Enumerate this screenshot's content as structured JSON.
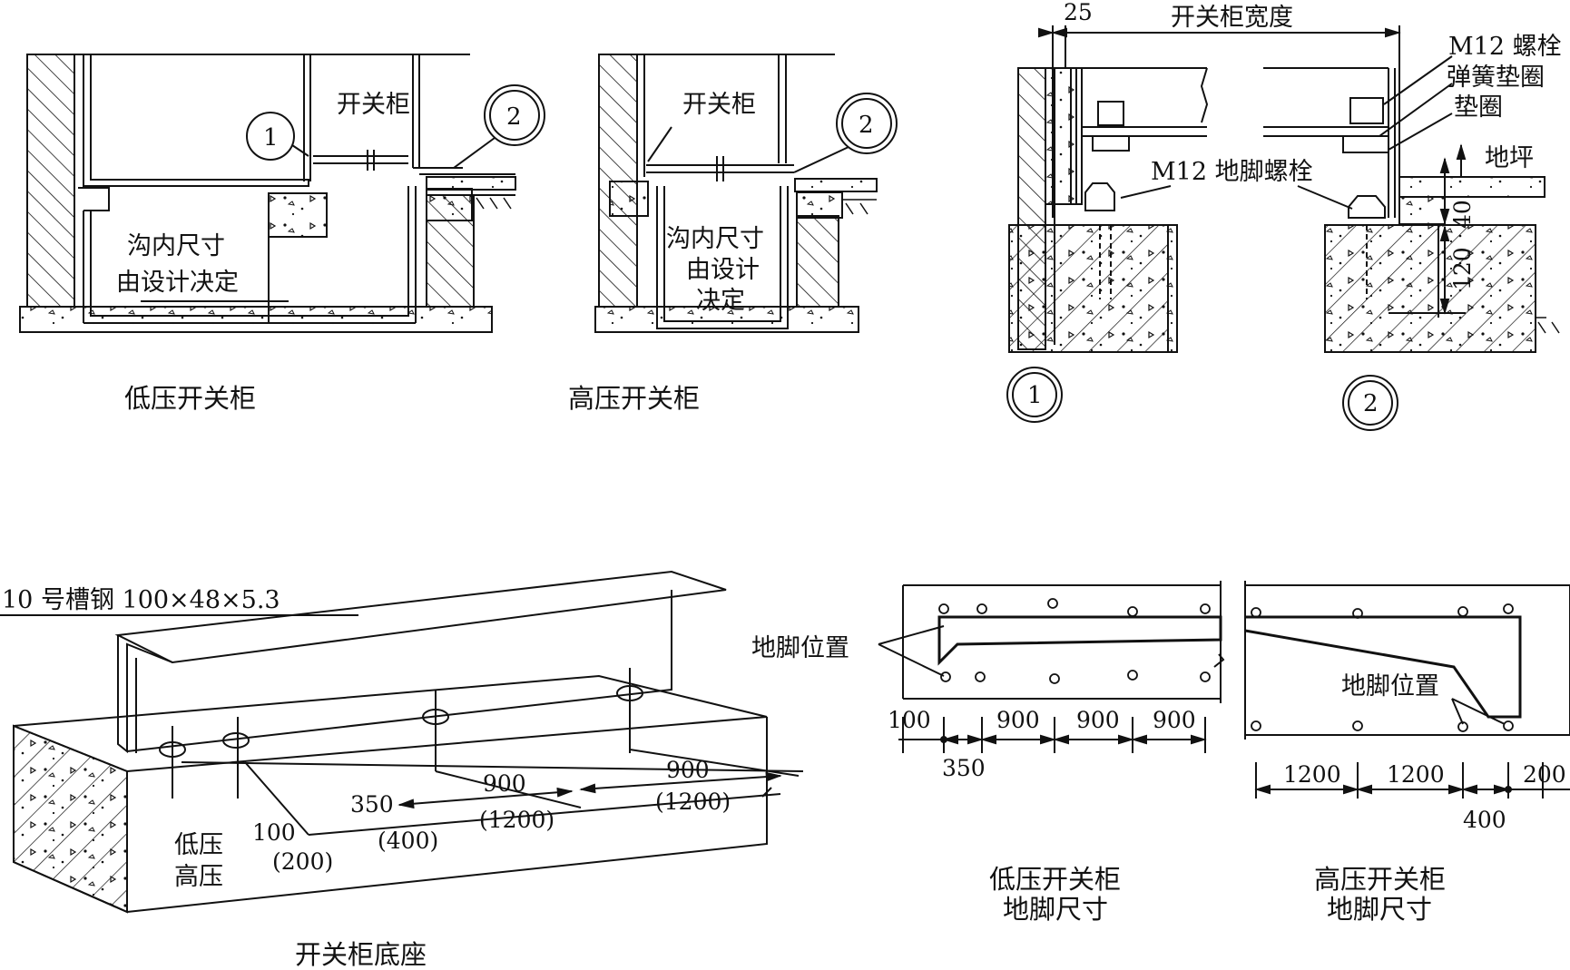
{
  "colors": {
    "line": "#111111",
    "background": "#ffffff"
  },
  "top_left": {
    "cabinet_label": "开关柜",
    "trench_note": [
      "沟内尺寸",
      "由设计决定"
    ],
    "callout_1": "1",
    "callout_2": "2",
    "caption": "低压开关柜"
  },
  "top_middle": {
    "cabinet_label": "开关柜",
    "trench_note": [
      "沟内尺寸",
      "由设计",
      "决定"
    ],
    "callout_2": "2",
    "caption": "高压开关柜"
  },
  "top_right": {
    "dim_25": "25",
    "dim_width": "开关柜宽度",
    "bolt_labels": [
      "M12 螺栓",
      "弹簧垫圈",
      "垫圈"
    ],
    "anchor_bolt": "M12 地脚螺栓",
    "floor": "地坪",
    "dim_40": "40",
    "dim_120": "120",
    "detail_1": "1",
    "detail_2": "2"
  },
  "bottom_left": {
    "channel_spec": "10 号槽钢 100×48×5.3",
    "dims": [
      "350",
      "900",
      "900"
    ],
    "dims_hv": [
      "(400)",
      "(1200)",
      "(1200)"
    ],
    "end_dim": "100",
    "end_dim_hv": "(200)",
    "low_voltage": "低压",
    "high_voltage": "高压",
    "caption": "开关柜底座"
  },
  "bottom_right": {
    "anchor_pos_left": "地脚位置",
    "anchor_pos_right": "地脚位置",
    "lv_dims": [
      "100",
      "900",
      "900",
      "900"
    ],
    "lv_dim_below": "350",
    "hv_dims": [
      "1200",
      "1200",
      "200"
    ],
    "hv_dim_below": "400",
    "lv_caption": [
      "低压开关柜",
      "地脚尺寸"
    ],
    "hv_caption": [
      "高压开关柜",
      "地脚尺寸"
    ]
  }
}
